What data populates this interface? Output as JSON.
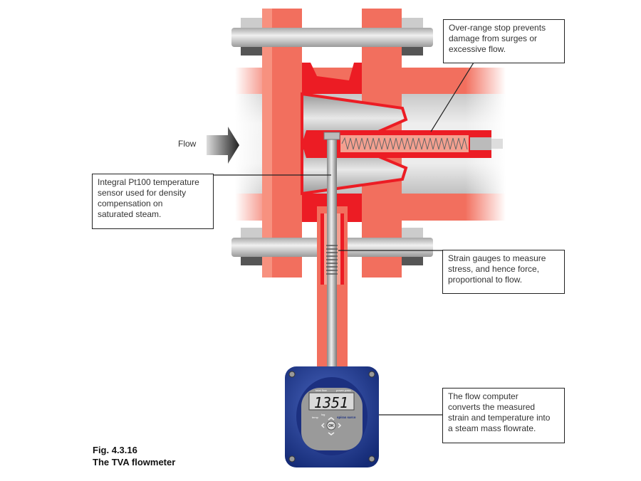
{
  "flow_label": "Flow",
  "callouts": {
    "over_range": "Over-range stop prevents\ndamage from surges or\nexcessive flow.",
    "pt100": "Integral Pt100 temperature\nsensor used for density\ncompensation on\nsaturated steam.",
    "strain": "Strain gauges to measure\nstress, and hence force,\nproportional to flow.",
    "computer": "The flow computer\nconverts the measured\nstrain and temperature into\na steam mass flowrate."
  },
  "flow_computer": {
    "display_value": "1351",
    "labels": [
      "total flow",
      "power pass",
      "temp",
      "log"
    ],
    "ok_label": "OK",
    "logo": "spirax sarco"
  },
  "caption": {
    "figure": "Fig. 4.3.16",
    "title": "The TVA flowmeter"
  },
  "colors": {
    "flange": "#f26f5e",
    "body_red": "#ec1c24",
    "pipe_gray": "#d9d9d9",
    "housing_blue": "#1f3a8f"
  }
}
